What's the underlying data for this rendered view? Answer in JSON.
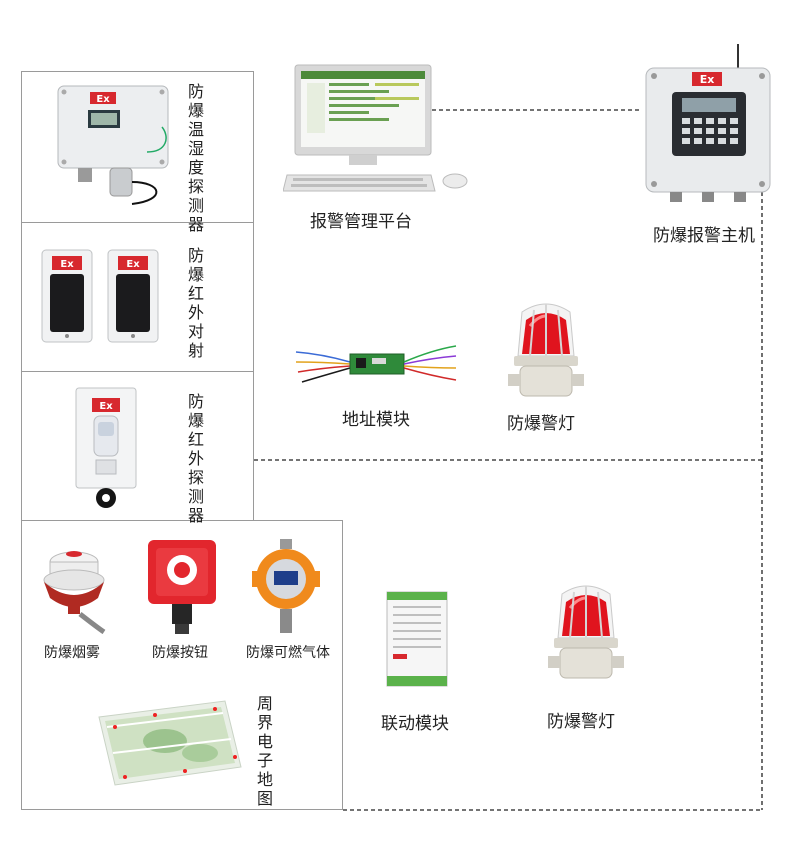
{
  "nodes": {
    "platform": {
      "label": "报警管理平台",
      "icon": "computer-icon"
    },
    "host": {
      "label": "防爆报警主机",
      "icon": "alarm-host-icon"
    },
    "temp_humidity": {
      "label": "防爆温湿度探测器",
      "icon": "temp-humidity-detector-icon"
    },
    "ir_beam": {
      "label": "防爆红外对射",
      "icon": "ir-beam-icon"
    },
    "ir_detector": {
      "label": "防爆红外探测器",
      "icon": "ir-detector-icon"
    },
    "address_module": {
      "label": "地址模块",
      "icon": "address-module-icon"
    },
    "warning_light_1": {
      "label": "防爆警灯",
      "icon": "warning-light-icon"
    },
    "smoke": {
      "label": "防爆烟雾",
      "icon": "smoke-detector-icon"
    },
    "button": {
      "label": "防爆按钮",
      "icon": "manual-button-icon"
    },
    "gas": {
      "label": "防爆可燃气体",
      "icon": "gas-detector-icon"
    },
    "map": {
      "label": "周界电子地图",
      "icon": "perimeter-map-icon"
    },
    "linkage_module": {
      "label": "联动模块",
      "icon": "linkage-module-icon"
    },
    "warning_light_2": {
      "label": "防爆警灯",
      "icon": "warning-light-icon"
    }
  },
  "ex_mark": "Ex",
  "colors": {
    "line": "#222222",
    "box_border": "#9a9a9a",
    "ex_red": "#d7282e",
    "lamp_red": "#e0141e"
  }
}
